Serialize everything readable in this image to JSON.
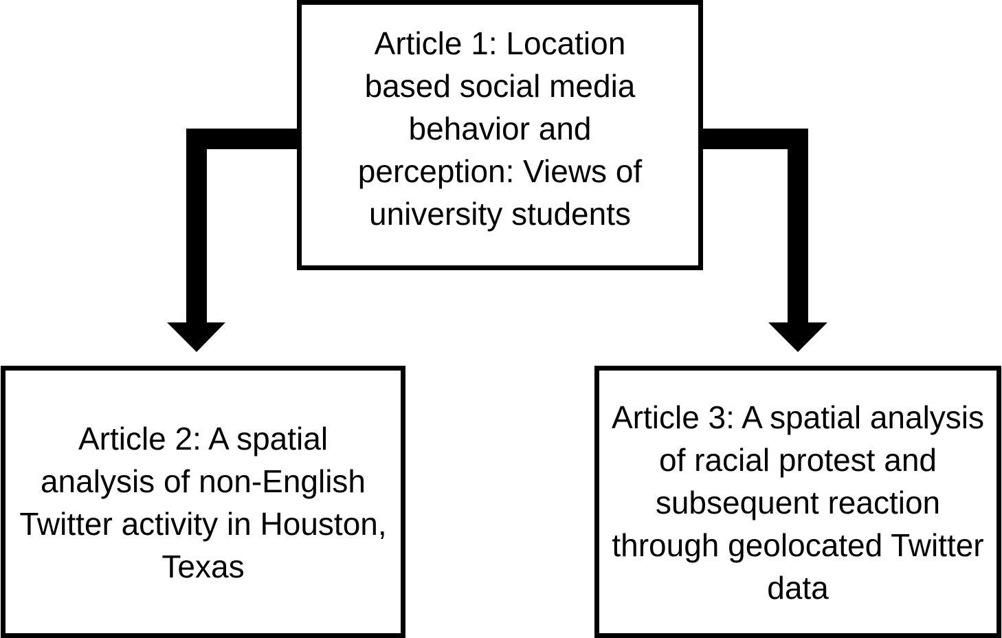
{
  "diagram": {
    "nodes": [
      {
        "id": "article-1",
        "label": "Article 1: Location based social media behavior and perception: Views of university students"
      },
      {
        "id": "article-2",
        "label": "Article 2: A spatial analysis of non-English Twitter activity in Houston, Texas"
      },
      {
        "id": "article-3",
        "label": "Article 3: A spatial analysis of racial protest and subsequent reaction through geolocated Twitter data"
      }
    ],
    "edges": [
      {
        "from": "article-1",
        "to": "article-2"
      },
      {
        "from": "article-1",
        "to": "article-3"
      }
    ],
    "colors": {
      "stroke": "#000000",
      "background": "#ffffff"
    }
  }
}
